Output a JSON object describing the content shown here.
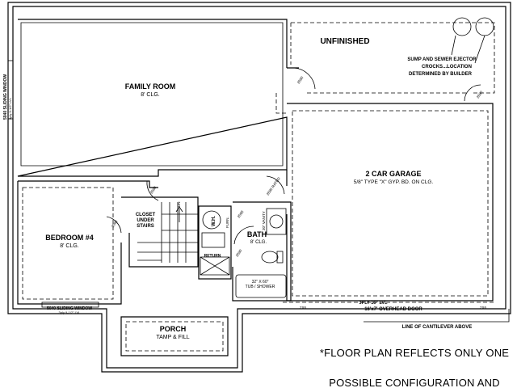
{
  "rooms": {
    "unfinished": {
      "name": "UNFINISHED"
    },
    "family_room": {
      "name": "FAMILY ROOM",
      "ceiling": "8' CLG."
    },
    "bedroom": {
      "name": "BEDROOM #4",
      "ceiling": "8' CLG."
    },
    "garage": {
      "name": "2 CAR GARAGE",
      "spec": "5/8\" TYPE \"X\" GYP. BD. ON CLG."
    },
    "bath": {
      "name": "BATH",
      "ceiling": "8' CLG."
    },
    "closet": {
      "line1": "CLOSET",
      "line2": "UNDER",
      "line3": "STAIRS"
    },
    "porch": {
      "name": "PORCH",
      "note": "TAMP & FILL"
    }
  },
  "notes": {
    "sump_line1": "SUMP AND SEWER EJECTOR",
    "sump_line2": "CROCKS...LOCATION",
    "sump_line3": "DETERMINED BY BUILDER",
    "window_bedroom": "5040 SLIDING WINDOW",
    "window_bedroom_sub": "3ply 9-1/2\" LVL",
    "window_family": "5040 SLIDING WINDOW",
    "window_family_sub": "3ply 9-1/2\" LVL",
    "beam": "3PLY 16\" LVL",
    "overhead_door": "16'x7' OVERHEAD DOOR",
    "cantilever": "LINE OF CANTILEVER ABOVE",
    "tub": "32\" X 60\"",
    "tub_sub": "TUB / SHOWER",
    "vanity": "30\" VANITY",
    "return": "RETURN",
    "wh": "W.H.",
    "furnace": "FURN.",
    "door_family": "2880",
    "door_unfinished": "2680",
    "door_garage": "2880 RATED",
    "door_closet": "2068",
    "door_bed": "2680",
    "door_bath": "2068",
    "door_garage_side": "2880",
    "stair_dn": "DN",
    "dim_left": "2X6",
    "dim_right": "2X6",
    "footnote_line1": "*FLOOR PLAN REFLECTS ONLY ONE",
    "footnote_line2": "POSSIBLE CONFIGURATION AND"
  }
}
